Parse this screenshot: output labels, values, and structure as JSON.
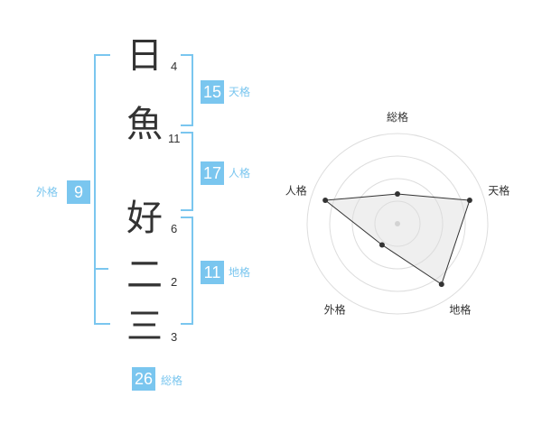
{
  "name_chars": [
    {
      "char": "日",
      "strokes": "4"
    },
    {
      "char": "魚",
      "strokes": "11"
    },
    {
      "char": "好",
      "strokes": "6"
    },
    {
      "char": "二",
      "strokes": "2"
    },
    {
      "char": "三",
      "strokes": "3"
    }
  ],
  "kaku": {
    "tenkaku": {
      "value": "15",
      "label": "天格"
    },
    "jinkaku": {
      "value": "17",
      "label": "人格"
    },
    "chikaku": {
      "value": "11",
      "label": "地格"
    },
    "gaikaku": {
      "value": "9",
      "label": "外格"
    },
    "soukaku": {
      "value": "26",
      "label": "総格"
    }
  },
  "colors": {
    "accent": "#7ac6ef",
    "text": "#333333"
  },
  "chart_data": {
    "type": "radar",
    "axes": [
      "総格",
      "天格",
      "地格",
      "外格",
      "人格"
    ],
    "values": [
      0.33,
      0.84,
      0.83,
      0.29,
      0.84
    ],
    "rings": 4
  }
}
